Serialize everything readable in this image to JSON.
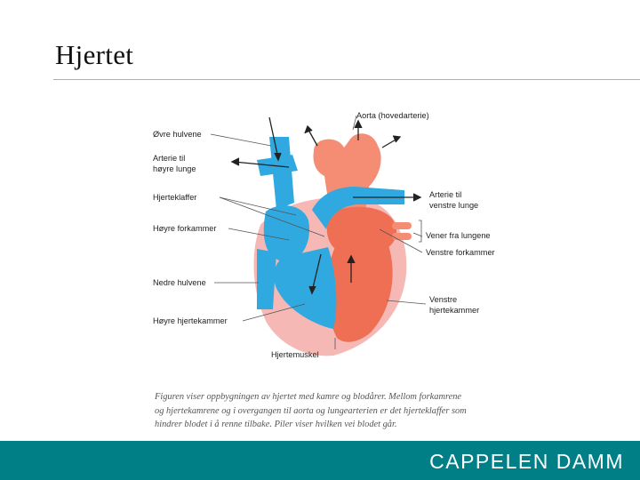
{
  "slide": {
    "title": "Hjertet"
  },
  "diagram": {
    "labels": {
      "superior_vena_cava": "Øvre hulvene",
      "pulmonary_artery_right_1": "Arterie til",
      "pulmonary_artery_right_2": "høyre lunge",
      "valves": "Hjerteklaffer",
      "right_atrium": "Høyre forkammer",
      "inferior_vena_cava": "Nedre hulvene",
      "right_ventricle": "Høyre hjertekammer",
      "heart_muscle": "Hjertemuskel",
      "aorta": "Aorta (hovedarterie)",
      "pulmonary_artery_left_1": "Arterie til",
      "pulmonary_artery_left_2": "venstre lunge",
      "pulmonary_veins": "Vener fra lungene",
      "left_atrium": "Venstre forkammer",
      "left_ventricle_1": "Venstre",
      "left_ventricle_2": "hjertekammer"
    },
    "colors": {
      "oxygen_poor": "#2fa9e0",
      "oxygen_rich": "#ef6f55",
      "muscle": "#f6b8b4",
      "label_line": "#555555"
    },
    "caption": [
      "Figuren viser oppbygningen av hjertet med kamre og blodårer. Mellom forkamrene",
      "og hjertekamrene og i overgangen til aorta og lungearterien er det hjerteklaffer som",
      "hindrer blodet i å renne tilbake. Piler viser hvilken vei blodet går."
    ]
  },
  "footer": {
    "brand": "CAPPELEN DAMM",
    "background": "#007f86"
  }
}
